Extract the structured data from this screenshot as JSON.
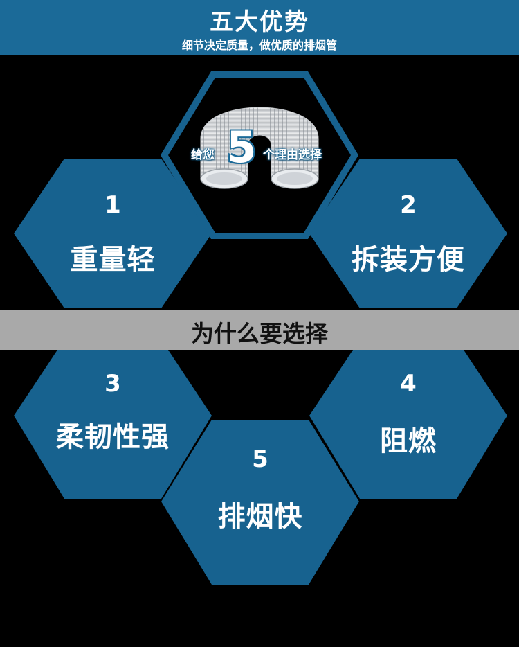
{
  "header": {
    "title": "五大优势",
    "subtitle": "细节决定质量，做优质的排烟管"
  },
  "center": {
    "prefix": "给您",
    "number": "5",
    "suffix": "个理由选择"
  },
  "band": {
    "text": "为什么要选择"
  },
  "features": [
    {
      "number": "1",
      "label": "重量轻"
    },
    {
      "number": "2",
      "label": "拆装方便"
    },
    {
      "number": "3",
      "label": "柔韧性强"
    },
    {
      "number": "4",
      "label": "阻燃"
    },
    {
      "number": "5",
      "label": "排烟快"
    }
  ],
  "colors": {
    "hex_fill": "#17628f",
    "header_bg": "#1b6a98",
    "band_bg": "#a9a9a9"
  }
}
